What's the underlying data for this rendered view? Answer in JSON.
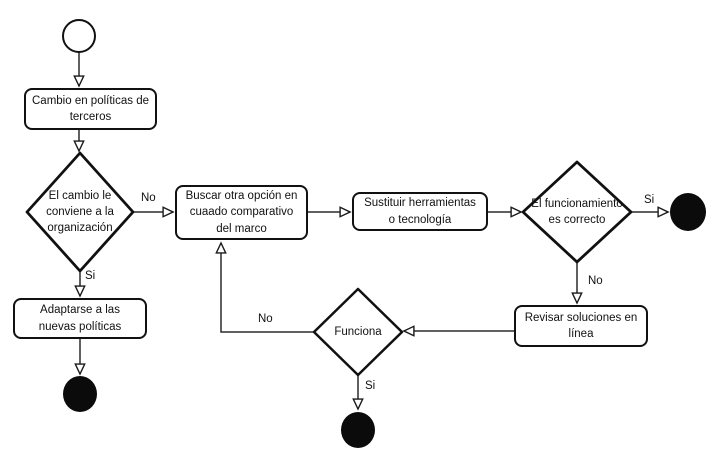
{
  "diagram": {
    "type": "flowchart",
    "nodes": {
      "cambio_politicas": {
        "label": "Cambio en políticas de terceros"
      },
      "decision_conviene": {
        "label": "El cambio le conviene a la organización"
      },
      "adaptarse": {
        "label": "Adaptarse a las nuevas políticas"
      },
      "buscar_opcion": {
        "label": "Buscar otra opción en cuaado comparativo del marco"
      },
      "sustituir": {
        "label": "Sustituir herramientas o tecnología"
      },
      "decision_funcionamiento": {
        "label": "El funcionamiento es correcto"
      },
      "revisar_soluciones": {
        "label": "Revisar soluciones en línea"
      },
      "decision_funciona": {
        "label": "Funciona"
      }
    },
    "edge_labels": {
      "conviene_no": "No",
      "conviene_si": "Si",
      "funcionamiento_si": "Si",
      "funcionamiento_no": "No",
      "funciona_no": "No",
      "funciona_si": "Si"
    },
    "colors": {
      "background": "#ffffff",
      "shape_stroke": "#111111",
      "connector_stroke": "#2b2b2b",
      "terminal_fill": "#0b0b0b"
    }
  }
}
